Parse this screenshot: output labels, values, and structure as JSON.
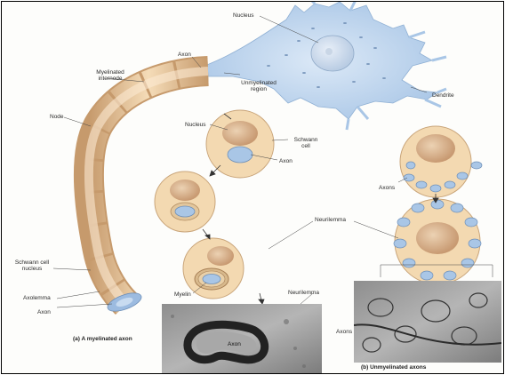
{
  "labels": {
    "nucleus_top": "Nucleus",
    "axon_top": "Axon",
    "myelinated_internode": "Myelinated internode",
    "unmyelinated_region": "Unmyelinated region",
    "dendrite": "Dendrite",
    "node": "Node",
    "nucleus_mid": "Nucleus",
    "schwann_cell": "Schwann cell",
    "axon_mid": "Axon",
    "axons_right": "Axons",
    "neurilemma_mid": "Neurilemma",
    "schwann_cell_nucleus": "Schwann cell nucleus",
    "axolemma": "Axolemma",
    "axon_bottom": "Axon",
    "myelin": "Myelin",
    "neurilemma_bottom": "Neurilemma",
    "axon_em": "Axon",
    "axons_em": "Axons"
  },
  "captions": {
    "a": "(a) A myelinated axon",
    "b": "(b) Unmyelinated axons"
  },
  "colors": {
    "neuron_blue": "#bcd3ec",
    "schwann_peach": "#f3d9b1",
    "axon_blue": "#a9c6e6",
    "nucleus_tan": "#d9b490"
  }
}
